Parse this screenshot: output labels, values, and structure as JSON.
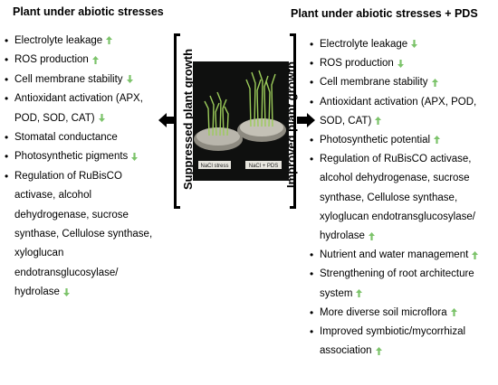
{
  "left_panel": {
    "heading": "Plant under abiotic stresses",
    "vertical_label": "Suppressed plant growth",
    "items": [
      {
        "text": "Electrolyte leakage",
        "trend": "up"
      },
      {
        "text": "ROS production",
        "trend": "up"
      },
      {
        "text": "Cell membrane stability",
        "trend": "down"
      },
      {
        "text": "Antioxidant activation (APX, POD, SOD, CAT)",
        "trend": "down"
      },
      {
        "text": "Stomatal conductance",
        "trend": "none"
      },
      {
        "text": "Photosynthetic pigments",
        "trend": "down"
      },
      {
        "text": "Regulation of RuBisCO activase, alcohol dehydrogenase, sucrose synthase, Cellulose synthase, xyloglucan endotransglucosylase/ hydrolase",
        "trend": "down-inline"
      }
    ]
  },
  "right_panel": {
    "heading": "Plant under abiotic stresses + PDS",
    "vertical_label": "Improved plant growth",
    "items": [
      {
        "text": "Electrolyte leakage",
        "trend": "down"
      },
      {
        "text": "ROS production",
        "trend": "down"
      },
      {
        "text": "Cell membrane stability",
        "trend": "up"
      },
      {
        "text": "Antioxidant activation (APX, POD, SOD, CAT)",
        "trend": "up"
      },
      {
        "text": "Photosynthetic potential",
        "trend": "up"
      },
      {
        "text": "Regulation of RuBisCO activase, alcohol dehydrogenase, sucrose synthase, Cellulose synthase, xyloglucan endotransglucosylase/ hydrolase",
        "trend": "up"
      },
      {
        "text": "Nutrient and water management",
        "trend": "up"
      },
      {
        "text": "Strengthening of root architecture system",
        "trend": "up"
      },
      {
        "text": "More diverse soil microflora",
        "trend": "up"
      },
      {
        "text": "Improved symbiotic/mycorrhizal association",
        "trend": "up"
      }
    ]
  },
  "photo": {
    "left_dish_label": "NaCl stress",
    "right_dish_label": "NaCl + PDS"
  },
  "colors": {
    "arrow_green": "#7cc36a",
    "text": "#000000",
    "photo_background": "#0f100f",
    "seedling_green": "#9ccc5a"
  },
  "icons": {
    "trend_up": "green-up-arrow-icon",
    "trend_down": "green-down-arrow-icon",
    "pointer": "black-arrow-icon"
  }
}
